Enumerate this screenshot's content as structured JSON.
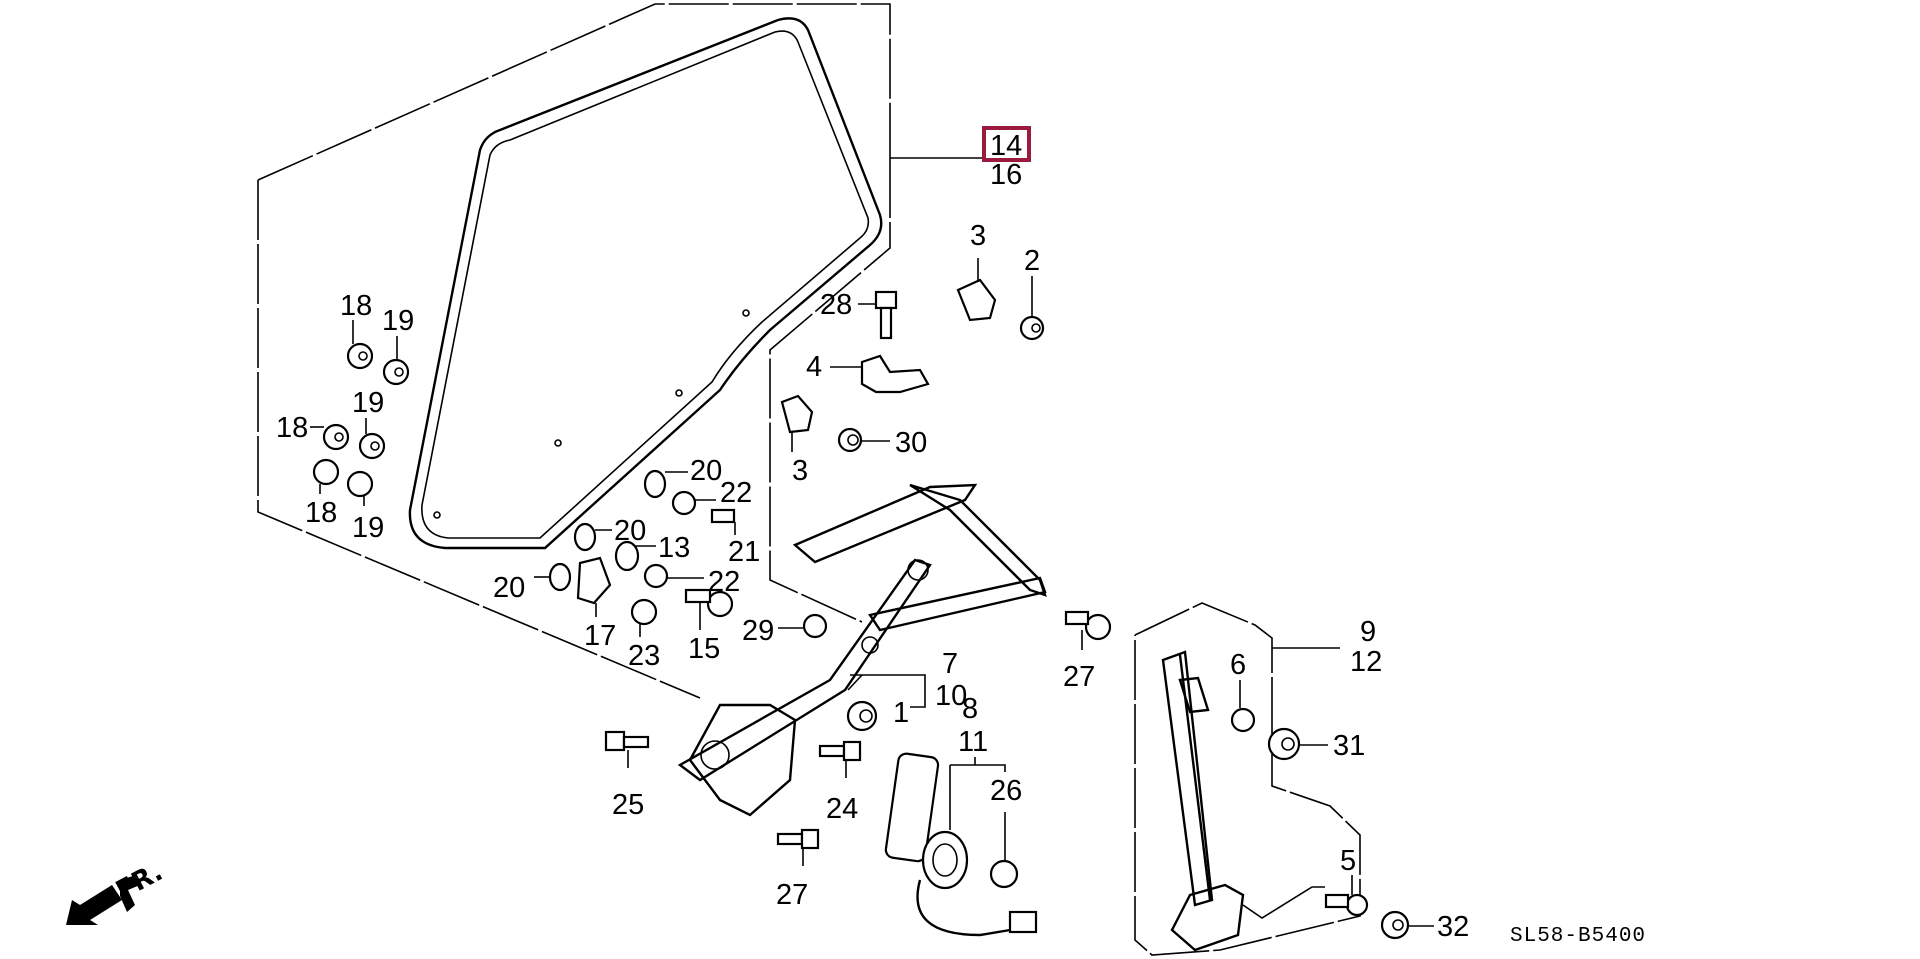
{
  "diagram": {
    "title": "Rear door glass & regulator parts diagram",
    "code_label": "SL58-B5400",
    "direction_label": "FR.",
    "highlight_color": "#9b1b3f",
    "highlighted_part": "14",
    "callouts": {
      "p14": "14",
      "p16": "16",
      "p3a": "3",
      "p2": "2",
      "p28": "28",
      "p4": "4",
      "p3b": "3",
      "p30": "30",
      "p18a": "18",
      "p19a": "19",
      "p18b": "18",
      "p19b": "19",
      "p18c": "18",
      "p19c": "19",
      "p20a": "20",
      "p22a": "22",
      "p21": "21",
      "p20b": "20",
      "p13": "13",
      "p20c": "20",
      "p22b": "22",
      "p17": "17",
      "p23": "23",
      "p15": "15",
      "p29": "29",
      "p27a": "27",
      "p7": "7",
      "p10": "10",
      "p8": "8",
      "p1": "1",
      "p11": "11",
      "p25": "25",
      "p24": "24",
      "p26": "26",
      "p27b": "27",
      "p9": "9",
      "p12": "12",
      "p6": "6",
      "p31": "31",
      "p5": "5",
      "p32": "32"
    }
  }
}
